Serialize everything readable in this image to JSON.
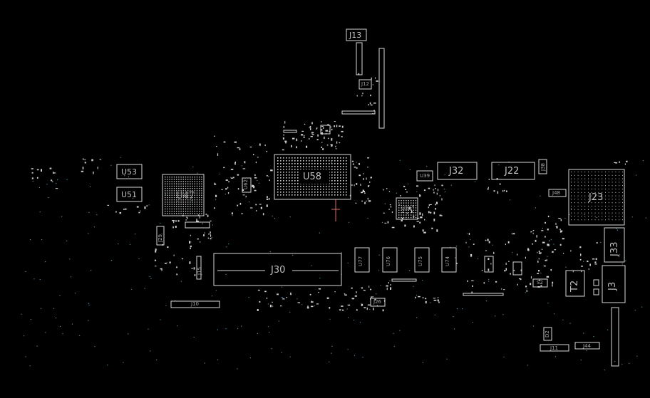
{
  "colors": {
    "background": "#000000",
    "outline": "#d9d9d9",
    "pad": "#cfcfcf",
    "dot": "#4aa8c8",
    "marker": "#e06a6a"
  },
  "labels": {
    "u58": "U58",
    "j30": "J30",
    "j23": "J23",
    "j32": "J32",
    "j22": "J22",
    "j13": "J13",
    "j33": "J33",
    "j3": "J3",
    "t2": "T2",
    "u47": "U47",
    "u53": "U53",
    "u51": "U51",
    "u39": "U39",
    "u28": "U28",
    "j48": "J48",
    "s2": "S2",
    "u77": "U77",
    "u76": "U76",
    "u75": "U75",
    "u74": "U74",
    "j10": "J10",
    "j11": "J11",
    "j44": "J44",
    "j12": "J12",
    "j38": "J38",
    "j26": "J26",
    "j29": "J29",
    "j15": "J15",
    "u62": "U62",
    "d2": "D2"
  }
}
